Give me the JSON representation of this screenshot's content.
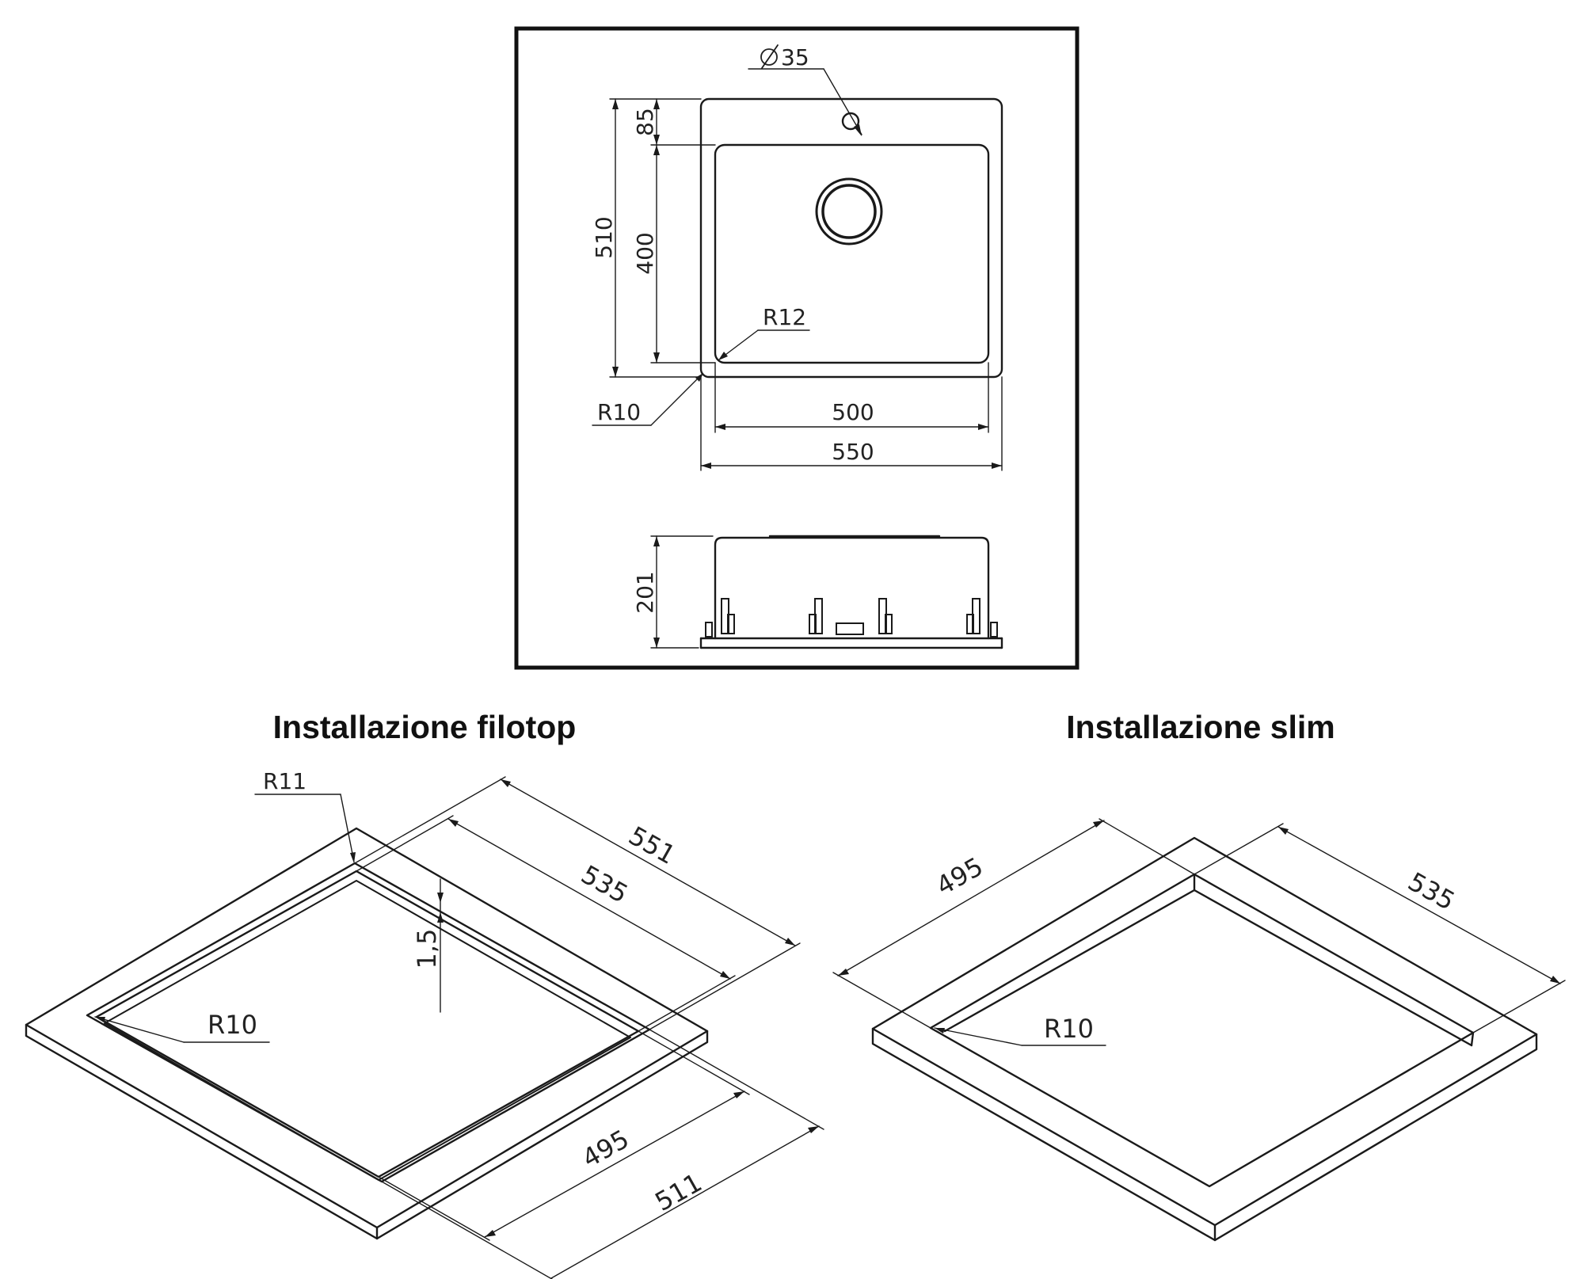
{
  "top_view": {
    "dim_diameter": "35",
    "dim_85": "85",
    "dim_510": "510",
    "dim_400": "400",
    "dim_r12": "R12",
    "dim_r10": "R10",
    "dim_500": "500",
    "dim_550": "550"
  },
  "side_view": {
    "dim_201": "201"
  },
  "filotop": {
    "title": "Installazione filotop",
    "dim_r11": "R11",
    "dim_551": "551",
    "dim_535": "535",
    "dim_1_5": "1,5",
    "dim_r10": "R10",
    "dim_495": "495",
    "dim_511": "511"
  },
  "slim": {
    "title": "Installazione slim",
    "dim_495": "495",
    "dim_535": "535",
    "dim_r10": "R10"
  }
}
